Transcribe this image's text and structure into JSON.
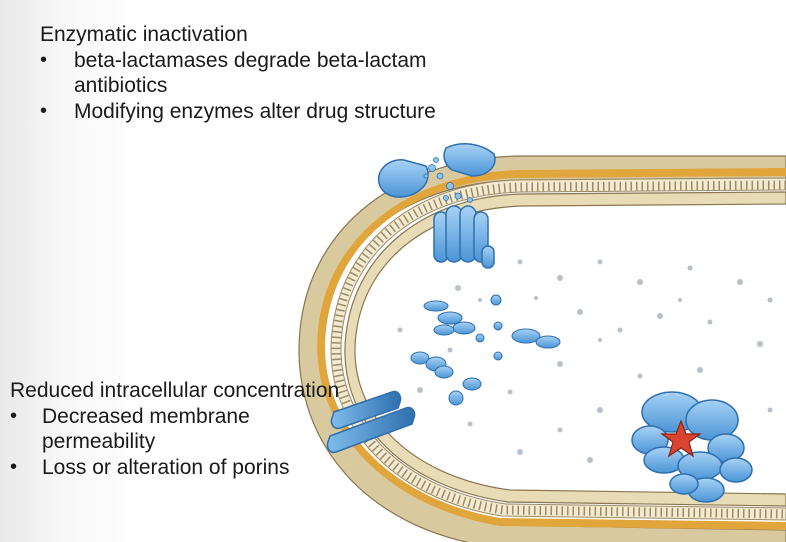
{
  "enzymatic": {
    "title": "Enzymatic inactivation",
    "bullets": [
      "beta-lactamases degrade beta-lactam antibiotics",
      "Modifying enzymes alter drug structure"
    ]
  },
  "reduced": {
    "title": "Reduced intracellular concentration",
    "bullets": [
      "Decreased membrane permeability",
      "Loss or alteration of porins"
    ]
  },
  "bullet_char": "•",
  "colors": {
    "outer_wall": "#d9c99e",
    "wall_stripe": "#e0a53b",
    "inner_wall": "#f3ead2",
    "protein_blue": "#5aa8e6",
    "protein_light": "#a8d2f5",
    "protein_dark": "#2f6fae",
    "star": "#d9442e",
    "cytoplasm_dots": "#b8c0c8"
  }
}
